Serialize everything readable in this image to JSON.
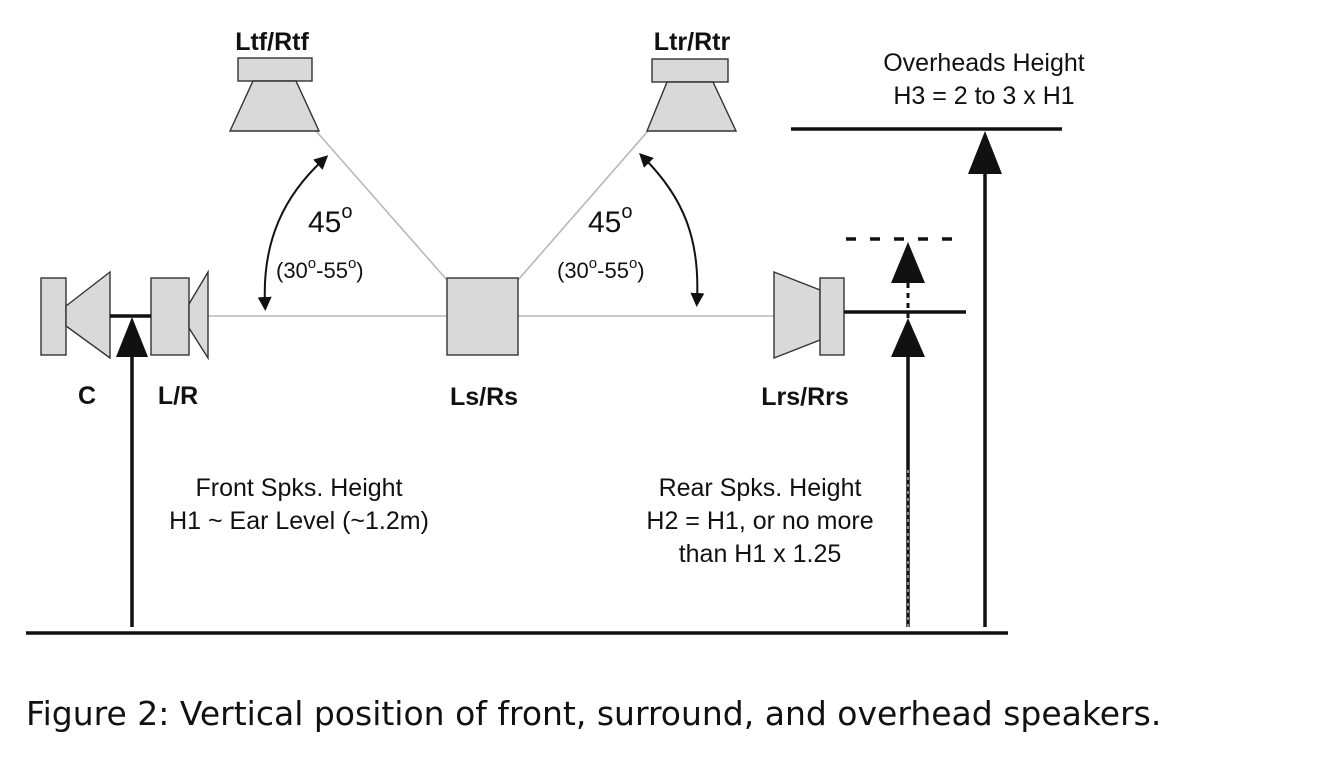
{
  "speakers": {
    "center": "C",
    "front_lr": "L/R",
    "side_surround": "Ls/Rs",
    "rear_surround": "Lrs/Rrs",
    "top_front": "Ltf/Rtf",
    "top_rear": "Ltr/Rtr"
  },
  "angles": {
    "front": {
      "value": "45",
      "degree": "o",
      "range_open": "(30",
      "range_dash": "-55",
      "range_close": ")"
    },
    "rear": {
      "value": "45",
      "degree": "o",
      "range_open": "(30",
      "range_dash": "-55",
      "range_close": ")"
    }
  },
  "notes": {
    "overheads": [
      "Overheads Height",
      "H3 = 2 to 3 x H1"
    ],
    "front": [
      "Front Spks. Height",
      "H1 ~ Ear Level (~1.2m)"
    ],
    "rear": [
      "Rear Spks. Height",
      "H2 = H1, or no more",
      "than H1 x 1.25"
    ]
  },
  "caption": "Figure 2: Vertical position of front, surround, and overhead speakers."
}
